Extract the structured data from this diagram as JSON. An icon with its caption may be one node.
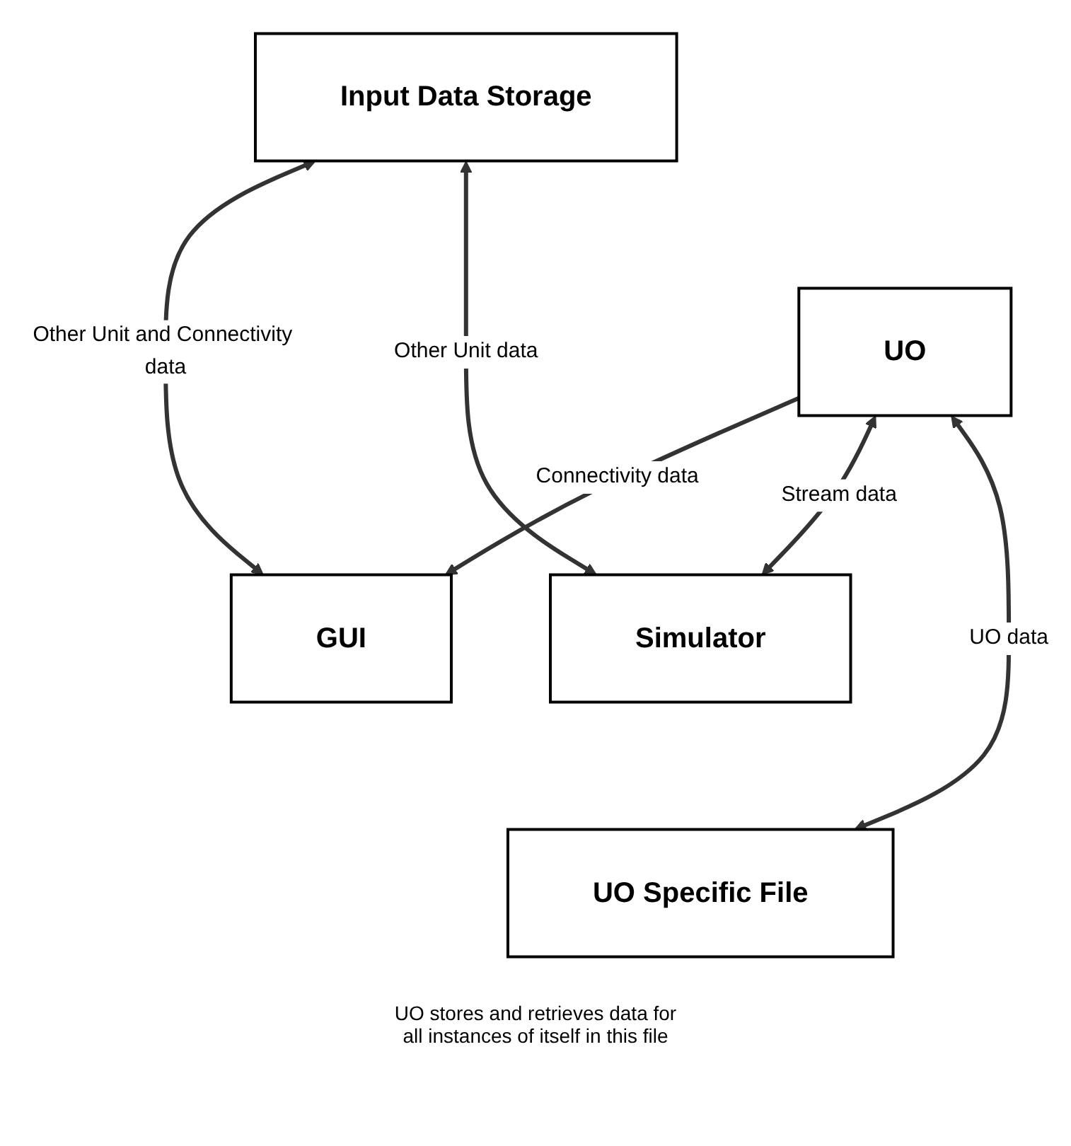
{
  "diagram": {
    "nodes": [
      {
        "text": [
          "Input Data Storage"
        ]
      },
      {
        "text": [
          "GUI"
        ]
      },
      {
        "text": [
          "UO"
        ]
      },
      {
        "text": [
          "Simulator"
        ]
      },
      {
        "text": [
          "UO Specific File"
        ]
      }
    ],
    "edges": [
      {
        "from": 0,
        "to": 1,
        "arrow": "both",
        "label": "Other Unit and Connectivity data"
      },
      {
        "from": 0,
        "to": 3,
        "arrow": "both",
        "label": "Other Unit data"
      },
      {
        "from": 2,
        "to": 1,
        "arrow": "to",
        "label": "Connectivity data"
      },
      {
        "from": 2,
        "to": 3,
        "arrow": "both",
        "label": "Stream data"
      },
      {
        "from": 2,
        "to": 4,
        "arrow": "both",
        "label": "UO data"
      }
    ],
    "labels": [
      "UO stores and retrieves data for all instances of itself in this file"
    ]
  }
}
